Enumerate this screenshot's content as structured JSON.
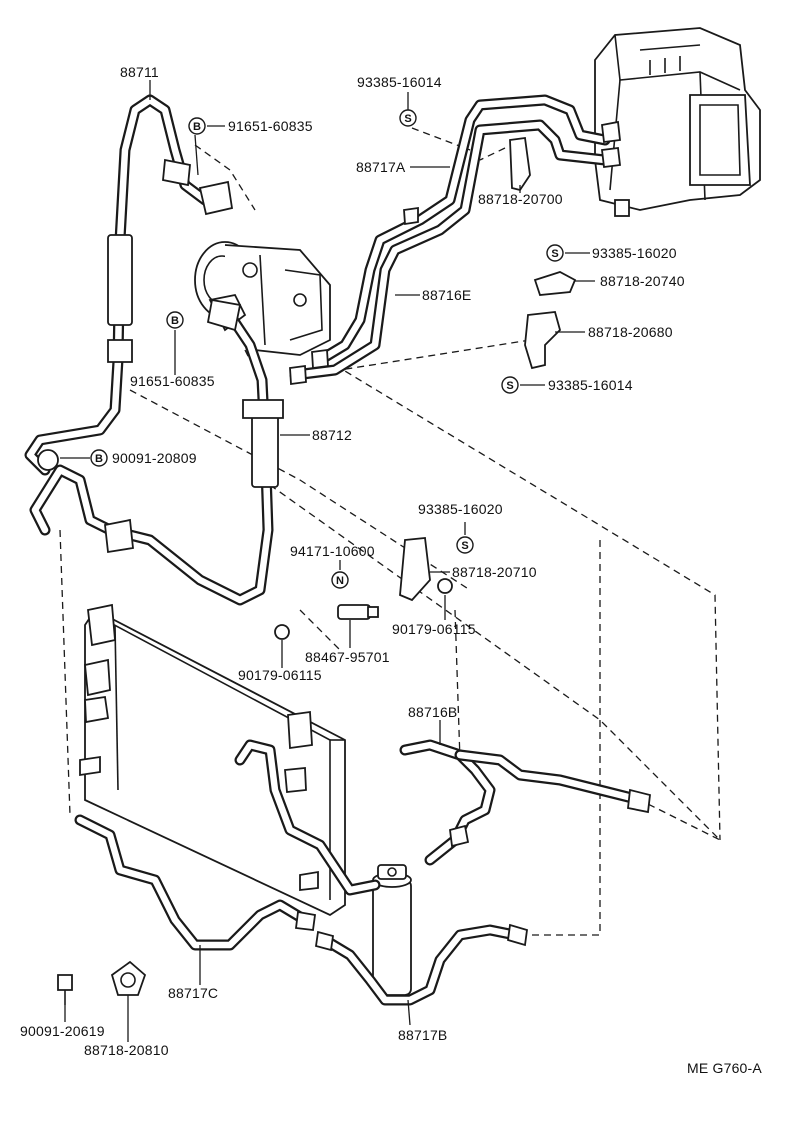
{
  "labels": {
    "p88711": "88711",
    "p91651_60835_top": "91651-60835",
    "p91651_60835_low": "91651-60835",
    "p93385_16014_top": "93385-16014",
    "p88717A": "88717A",
    "p88718_20700": "88718-20700",
    "p93385_16020_top": "93385-16020",
    "p88718_20740": "88718-20740",
    "p88716E": "88716E",
    "p88718_20680": "88718-20680",
    "p93385_16014_low": "93385-16014",
    "p88712": "88712",
    "p90091_20809": "90091-20809",
    "p93385_16020_mid": "93385-16020",
    "p94171_10600": "94171-10600",
    "p88718_20710": "88718-20710",
    "p90179_06115_right": "90179-06115",
    "p88467_95701": "88467-95701",
    "p90179_06115_left": "90179-06115",
    "p88716B": "88716B",
    "p88717C": "88717C",
    "p88717B": "88717B",
    "p90091_20619": "90091-20619",
    "p88718_20810": "88718-20810",
    "ref_code": "ME G760-A"
  },
  "symbols": {
    "bolt": "B",
    "screw": "S",
    "nut": "N"
  }
}
